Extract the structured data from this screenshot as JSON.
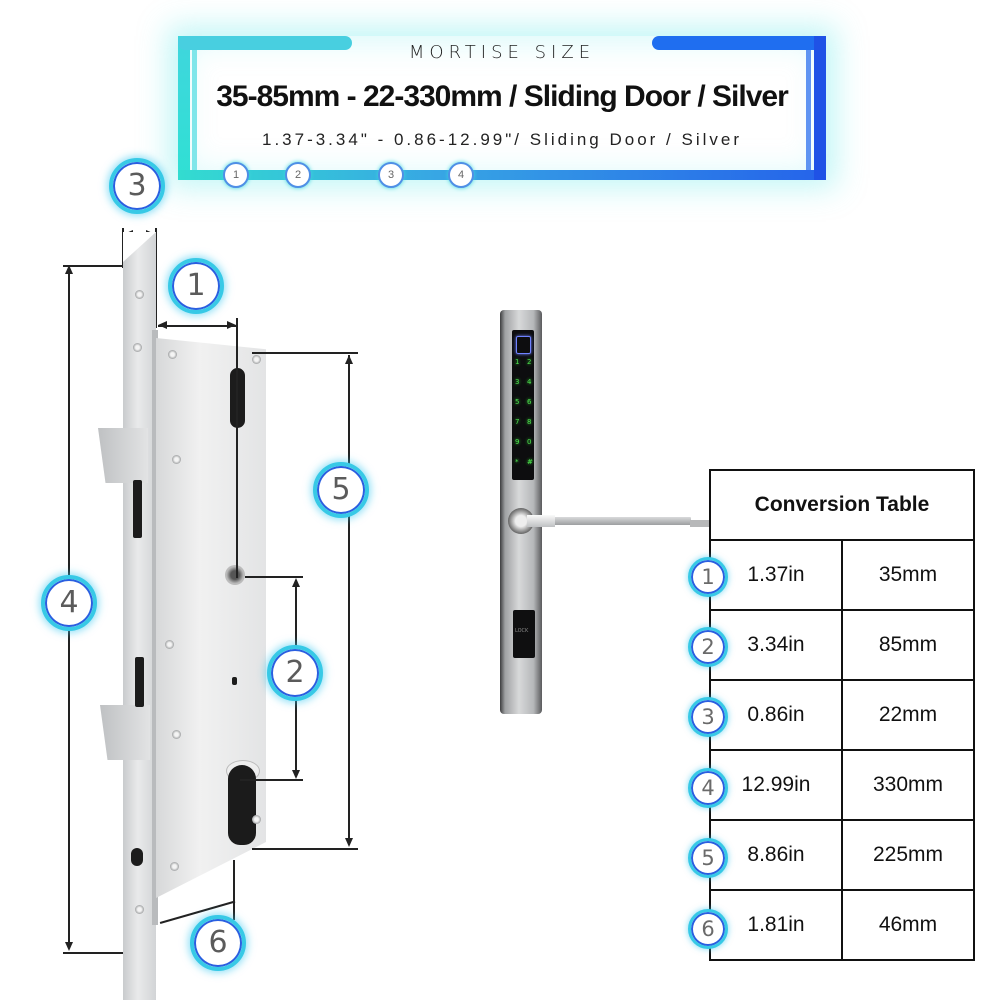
{
  "header": {
    "kicker": "MORTISE SIZE",
    "title": "35-85mm - 22-330mm / Sliding Door / Silver",
    "subtitle": "1.37-3.34\" - 0.86-12.99\"/ Sliding Door / Silver",
    "dots": [
      "1",
      "2",
      "3",
      "4"
    ],
    "colors": {
      "frame_left": "#3fd6dd",
      "frame_right": "#1f52e6"
    }
  },
  "diagram": {
    "badges": [
      {
        "num": "3",
        "label": "faceplate-width"
      },
      {
        "num": "1",
        "label": "backset"
      },
      {
        "num": "5",
        "label": "case-height"
      },
      {
        "num": "4",
        "label": "faceplate-length"
      },
      {
        "num": "2",
        "label": "center-distance"
      },
      {
        "num": "6",
        "label": "case-depth"
      }
    ],
    "handle": {
      "keypad_keys": [
        "1",
        "2",
        "3",
        "4",
        "5",
        "6",
        "7",
        "8",
        "9",
        "0",
        "*",
        "#"
      ],
      "reader_logo": "LOCK",
      "finish": "Silver"
    }
  },
  "table": {
    "title": "Conversion Table",
    "rows": [
      {
        "num": "1",
        "inches": "1.37in",
        "mm": "35mm"
      },
      {
        "num": "2",
        "inches": "3.34in",
        "mm": "85mm"
      },
      {
        "num": "3",
        "inches": "0.86in",
        "mm": "22mm"
      },
      {
        "num": "4",
        "inches": "12.99in",
        "mm": "330mm"
      },
      {
        "num": "5",
        "inches": "8.86in",
        "mm": "225mm"
      },
      {
        "num": "6",
        "inches": "1.81in",
        "mm": "46mm"
      }
    ]
  }
}
